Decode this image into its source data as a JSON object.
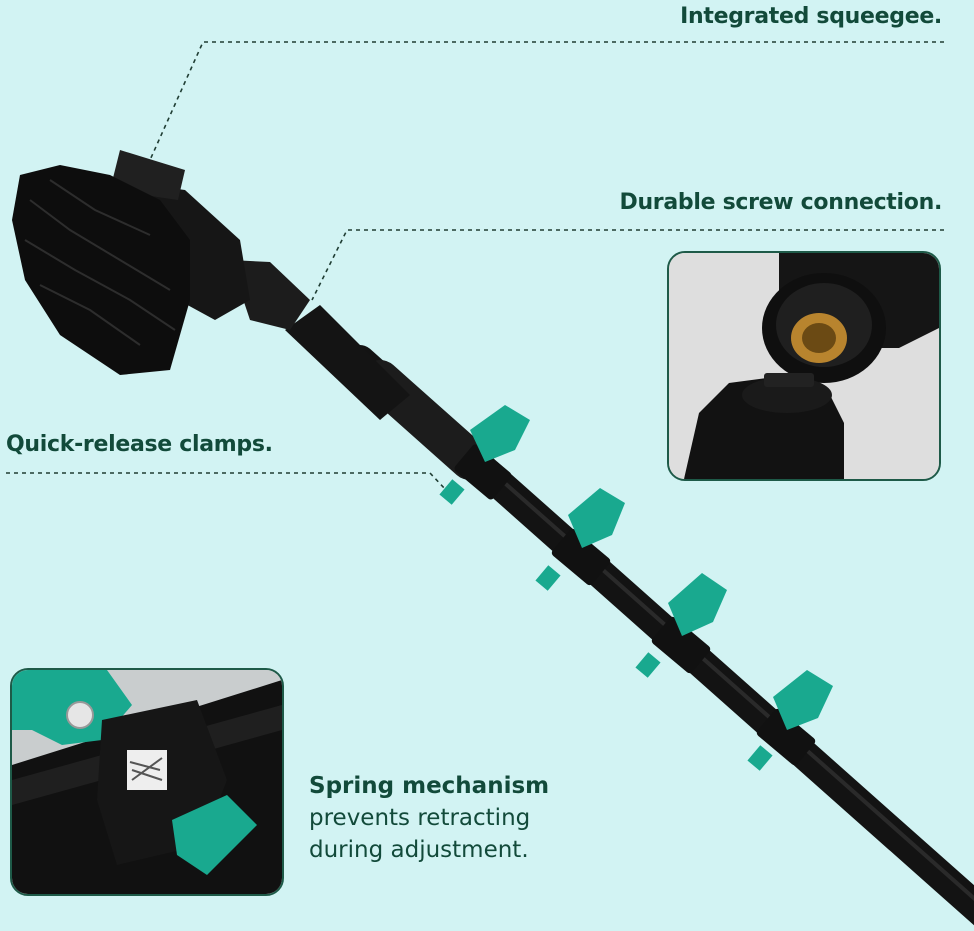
{
  "labels": {
    "squeegee": "Integrated squeegee.",
    "screw": "Durable screw connection.",
    "clamps": "Quick-release clamps."
  },
  "spring": {
    "title": "Spring mechanism",
    "body_line1": "prevents retracting",
    "body_line2": "during adjustment."
  },
  "colors": {
    "background": "#d2f3f3",
    "text": "#124a3a",
    "accent": "#19a98f",
    "pole": "#151515"
  }
}
